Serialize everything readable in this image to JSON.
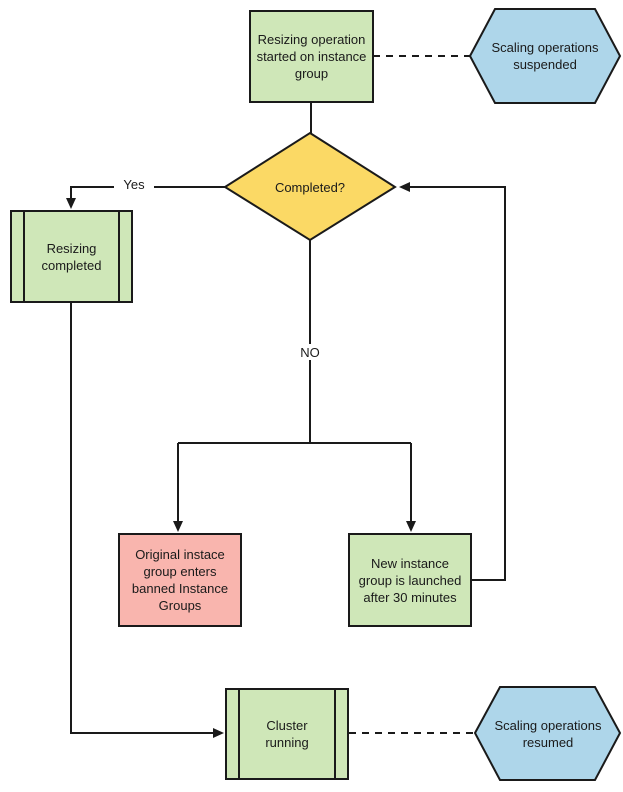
{
  "diagram": {
    "type": "flowchart",
    "nodes": {
      "start": {
        "label": "Resizing operation started on instance group",
        "shape": "process",
        "fill": "#cfe7b8"
      },
      "scaling_suspended": {
        "label": "Scaling operations suspended",
        "shape": "hexagon",
        "fill": "#aed6ea"
      },
      "completed_decision": {
        "label": "Completed?",
        "shape": "decision",
        "fill": "#fbd965"
      },
      "resizing_completed": {
        "label": "Resizing completed",
        "shape": "predefined-process",
        "fill": "#cfe7b8"
      },
      "banned_groups": {
        "label": "Original instace group enters banned Instance Groups",
        "shape": "process",
        "fill": "#f9b5ae"
      },
      "new_instance_group": {
        "label": "New instance group is launched after 30 minutes",
        "shape": "process",
        "fill": "#cfe7b8"
      },
      "cluster_running": {
        "label": "Cluster running",
        "shape": "predefined-process",
        "fill": "#cfe7b8"
      },
      "scaling_resumed": {
        "label": "Scaling operations resumed",
        "shape": "hexagon",
        "fill": "#aed6ea"
      }
    },
    "edge_labels": {
      "yes": "Yes",
      "no": "NO"
    },
    "colors": {
      "process_green": "#cfe7b8",
      "hexagon_blue": "#aed6ea",
      "decision_yellow": "#fbd965",
      "alert_red": "#f9b5ae",
      "stroke": "#1a1a1a",
      "background": "#ffffff"
    }
  }
}
